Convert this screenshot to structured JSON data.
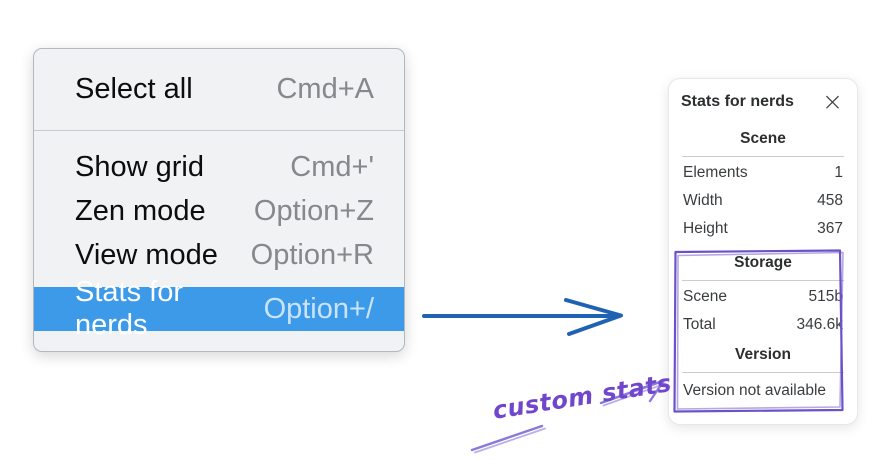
{
  "menu": {
    "items": [
      {
        "label": "Select all",
        "shortcut": "Cmd+A",
        "selected": false
      },
      {
        "label": "Show grid",
        "shortcut": "Cmd+'",
        "selected": false
      },
      {
        "label": "Zen mode",
        "shortcut": "Option+Z",
        "selected": false
      },
      {
        "label": "View mode",
        "shortcut": "Option+R",
        "selected": false
      },
      {
        "label": "Stats for nerds",
        "shortcut": "Option+/",
        "selected": true
      }
    ]
  },
  "stats_panel": {
    "title": "Stats for nerds",
    "close_icon": "×",
    "scene": {
      "heading": "Scene",
      "rows": [
        {
          "label": "Elements",
          "value": "1"
        },
        {
          "label": "Width",
          "value": "458"
        },
        {
          "label": "Height",
          "value": "367"
        }
      ]
    },
    "storage": {
      "heading": "Storage",
      "rows": [
        {
          "label": "Scene",
          "value": "515b"
        },
        {
          "label": "Total",
          "value": "346.6k"
        }
      ]
    },
    "version": {
      "heading": "Version",
      "note": "Version not available"
    }
  },
  "annotation": {
    "text": "custom stats"
  },
  "colors": {
    "menu_bg": "#f1f2f3",
    "menu_highlight": "#3c9ae9",
    "arrow_blue": "#1f62b4",
    "annotation_purple": "#6f46cc",
    "annotation_arrow": "#8b79da",
    "highlight_box": "#6b52c8"
  }
}
